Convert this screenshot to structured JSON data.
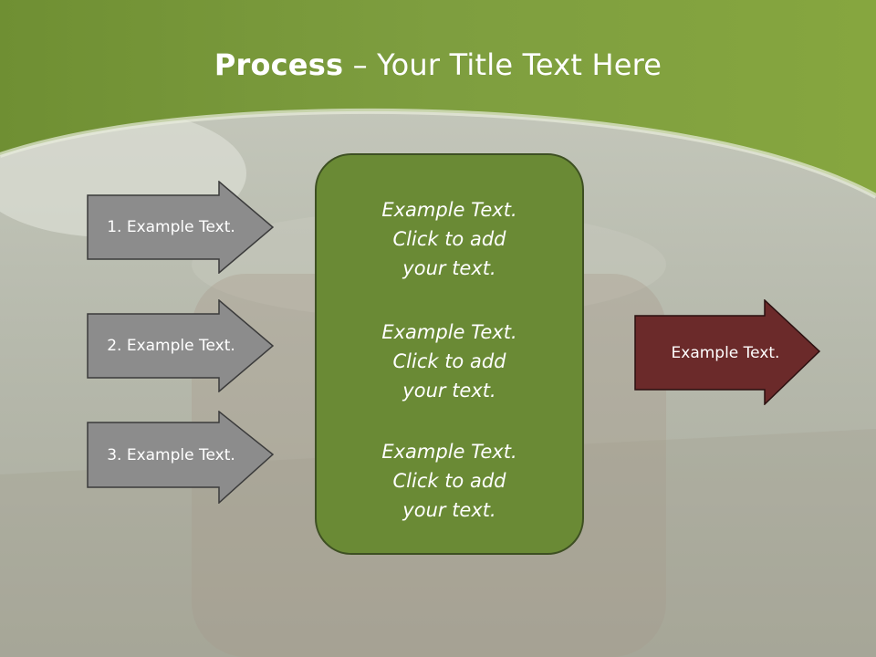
{
  "title": {
    "bold": "Process",
    "rest": " – Your Title Text Here"
  },
  "left_arrows": [
    {
      "label": "1. Example Text."
    },
    {
      "label": "2. Example Text."
    },
    {
      "label": "3. Example Text."
    }
  ],
  "center_box": {
    "blocks": [
      {
        "lines": [
          "Example Text.",
          "Click  to add",
          "your text."
        ]
      },
      {
        "lines": [
          "Example Text.",
          "Click  to add",
          "your text."
        ]
      },
      {
        "lines": [
          "Example Text.",
          "Click  to add",
          "your text."
        ]
      }
    ]
  },
  "right_arrow": {
    "label": "Example Text."
  },
  "colors": {
    "header_green": "#7a9a3c",
    "box_green": "#6a8a35",
    "arrow_gray": "#8c8c8c",
    "arrow_maroon": "#6b2a2a"
  }
}
